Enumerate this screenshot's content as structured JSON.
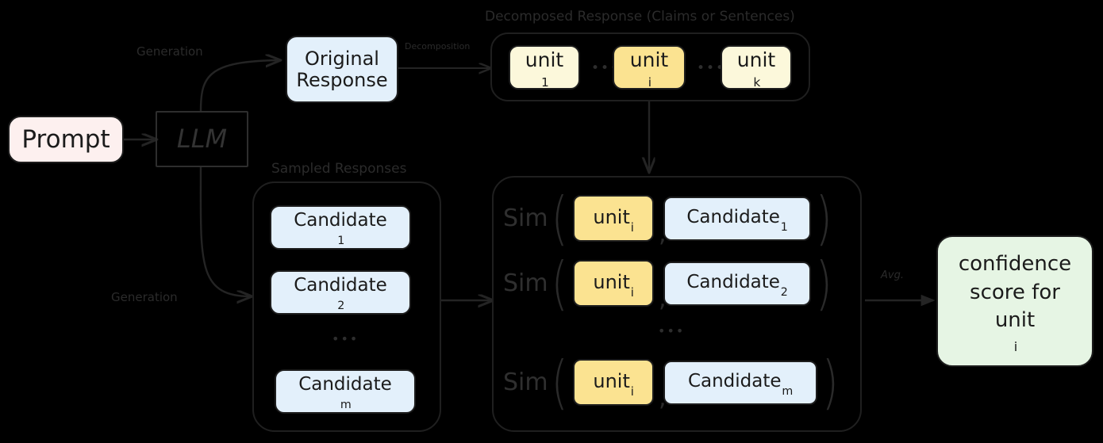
{
  "diagram": {
    "title": "Decomposed-response confidence scoring pipeline",
    "background_color": "#000000",
    "stroke_color": "#1d1d1d",
    "label_color": "#2b2b2b"
  },
  "colors": {
    "prompt_fill": "#fdf0ef",
    "response_fill": "#e3f0fb",
    "unit_fill": "#fcf8db",
    "unit_focus_fill": "#fbe391",
    "score_fill": "#e6f5e4",
    "llm_fill": "transparent"
  },
  "nodes": {
    "prompt": {
      "label": "Prompt"
    },
    "llm": {
      "label": "LLM"
    },
    "original_response": {
      "line1": "Original",
      "line2": "Response"
    },
    "confidence": {
      "line1": "confidence",
      "line2": "score for",
      "line3": "unit",
      "sub": "i"
    }
  },
  "groups": {
    "decomposed": {
      "title": "Decomposed Response (Claims or Sentences)"
    },
    "sampled": {
      "title": "Sampled Responses"
    },
    "similarity": {
      "title": ""
    }
  },
  "edges": {
    "generation_top": "Generation",
    "generation_bottom": "Generation",
    "decomposition": "Decomposition",
    "average": "Avg."
  },
  "units": [
    {
      "base": "unit",
      "sub": "1",
      "highlight": false
    },
    {
      "base": "unit",
      "sub": "i",
      "highlight": true
    },
    {
      "base": "unit",
      "sub": "k",
      "highlight": false
    }
  ],
  "unit_ellipsis": "•••",
  "candidates": [
    {
      "base": "Candidate",
      "sub": "1"
    },
    {
      "base": "Candidate",
      "sub": "2"
    },
    {
      "base": "Candidate",
      "sub": "m"
    }
  ],
  "candidate_ellipsis": "•••",
  "sim_rows": [
    {
      "fn": "Sim",
      "unit_base": "unit",
      "unit_sub": "i",
      "cand_base": "Candidate",
      "cand_sub": "1",
      "separator": ","
    },
    {
      "fn": "Sim",
      "unit_base": "unit",
      "unit_sub": "i",
      "cand_base": "Candidate",
      "cand_sub": "2",
      "separator": ","
    },
    {
      "fn": "Sim",
      "unit_base": "unit",
      "unit_sub": "i",
      "cand_base": "Candidate",
      "cand_sub": "m",
      "separator": ","
    }
  ],
  "sim_ellipsis": "•••"
}
